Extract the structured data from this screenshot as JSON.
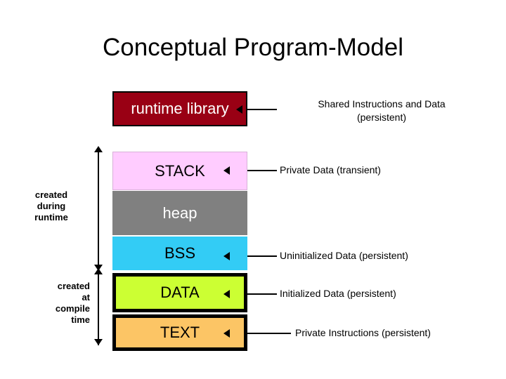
{
  "slide": {
    "title": "Conceptual Program-Model",
    "background": "#FFFFFF"
  },
  "memory_blocks": [
    {
      "id": "runtime-library",
      "label": "runtime library",
      "fill": "#990014",
      "text_color": "#FFFFFF",
      "border": "thin-black"
    },
    {
      "id": "stack",
      "label": "STACK",
      "fill": "#FFCCFF",
      "text_color": "#000000",
      "border": "none"
    },
    {
      "id": "heap",
      "label": "heap",
      "fill": "#808080",
      "text_color": "#FFFFFF",
      "border": "none"
    },
    {
      "id": "bss",
      "label": "BSS",
      "fill": "#33CCF5",
      "text_color": "#000000",
      "border": "none"
    },
    {
      "id": "data",
      "label": "DATA",
      "fill": "#CCFF33",
      "text_color": "#000000",
      "border": "thick-black"
    },
    {
      "id": "text",
      "label": "TEXT",
      "fill": "#FCC565",
      "text_color": "#000000",
      "border": "thick-black"
    }
  ],
  "left_labels": [
    {
      "id": "created-during-runtime",
      "lines": [
        "created",
        "during",
        "runtime"
      ],
      "text": "created during runtime"
    },
    {
      "id": "created-at-compile-time",
      "lines": [
        "created",
        "at",
        "compile",
        "time"
      ],
      "text": "created at compile time"
    }
  ],
  "annotations": [
    {
      "id": "runtime-library",
      "line1": "Shared Instructions and Data",
      "line2": "(persistent)",
      "text": "Shared Instructions and Data (persistent)"
    },
    {
      "id": "stack",
      "line1": "Private Data (transient)",
      "line2": "",
      "text": "Private Data (transient)"
    },
    {
      "id": "bss",
      "line1": "Uninitialized Data (persistent)",
      "line2": "",
      "text": "Uninitialized Data (persistent)"
    },
    {
      "id": "data",
      "line1": "Initialized Data (persistent)",
      "line2": "",
      "text": "Initialized Data (persistent)"
    },
    {
      "id": "text",
      "line1": "Private Instructions (persistent)",
      "line2": "",
      "text": "Private Instructions (persistent)"
    }
  ]
}
